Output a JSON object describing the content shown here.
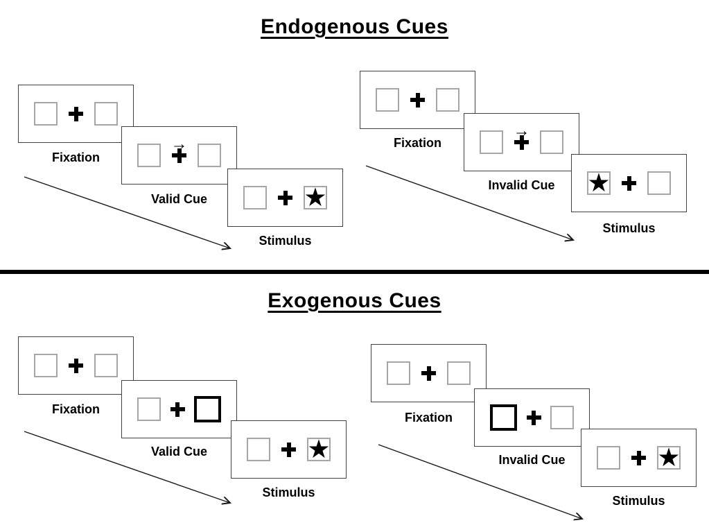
{
  "colors": {
    "background": "#ffffff",
    "panel_border": "#404040",
    "placeholder_border": "#a6a6a6",
    "highlight_border": "#000000",
    "ink": "#000000"
  },
  "glyphs": {
    "target_star": "★",
    "direction_arrow": "→"
  },
  "icons": {
    "fixation_cross": "heavy-plus-cross",
    "timeline_arrow": "diagonal-arrow-down-right"
  },
  "sections": [
    {
      "title": "Endogenous Cues",
      "sequences": [
        {
          "name": "valid",
          "frames": [
            {
              "label": "Fixation",
              "left_box": "empty",
              "right_box": "empty",
              "center": "cross"
            },
            {
              "label": "Valid Cue",
              "left_box": "empty",
              "right_box": "empty",
              "center": "cross-with-right-arrow"
            },
            {
              "label": "Stimulus",
              "left_box": "empty",
              "right_box": "star",
              "center": "cross"
            }
          ]
        },
        {
          "name": "invalid",
          "frames": [
            {
              "label": "Fixation",
              "left_box": "empty",
              "right_box": "empty",
              "center": "cross"
            },
            {
              "label": "Invalid Cue",
              "left_box": "empty",
              "right_box": "empty",
              "center": "cross-with-right-arrow"
            },
            {
              "label": "Stimulus",
              "left_box": "star",
              "right_box": "empty",
              "center": "cross"
            }
          ]
        }
      ]
    },
    {
      "title": "Exogenous Cues",
      "sequences": [
        {
          "name": "valid",
          "frames": [
            {
              "label": "Fixation",
              "left_box": "empty",
              "right_box": "empty",
              "center": "cross"
            },
            {
              "label": "Valid Cue",
              "left_box": "empty",
              "right_box": "highlighted",
              "center": "cross"
            },
            {
              "label": "Stimulus",
              "left_box": "empty",
              "right_box": "star",
              "center": "cross"
            }
          ]
        },
        {
          "name": "invalid",
          "frames": [
            {
              "label": "Fixation",
              "left_box": "empty",
              "right_box": "empty",
              "center": "cross"
            },
            {
              "label": "Invalid Cue",
              "left_box": "highlighted",
              "right_box": "empty",
              "center": "cross"
            },
            {
              "label": "Stimulus",
              "left_box": "empty",
              "right_box": "star",
              "center": "cross"
            }
          ]
        }
      ]
    }
  ]
}
